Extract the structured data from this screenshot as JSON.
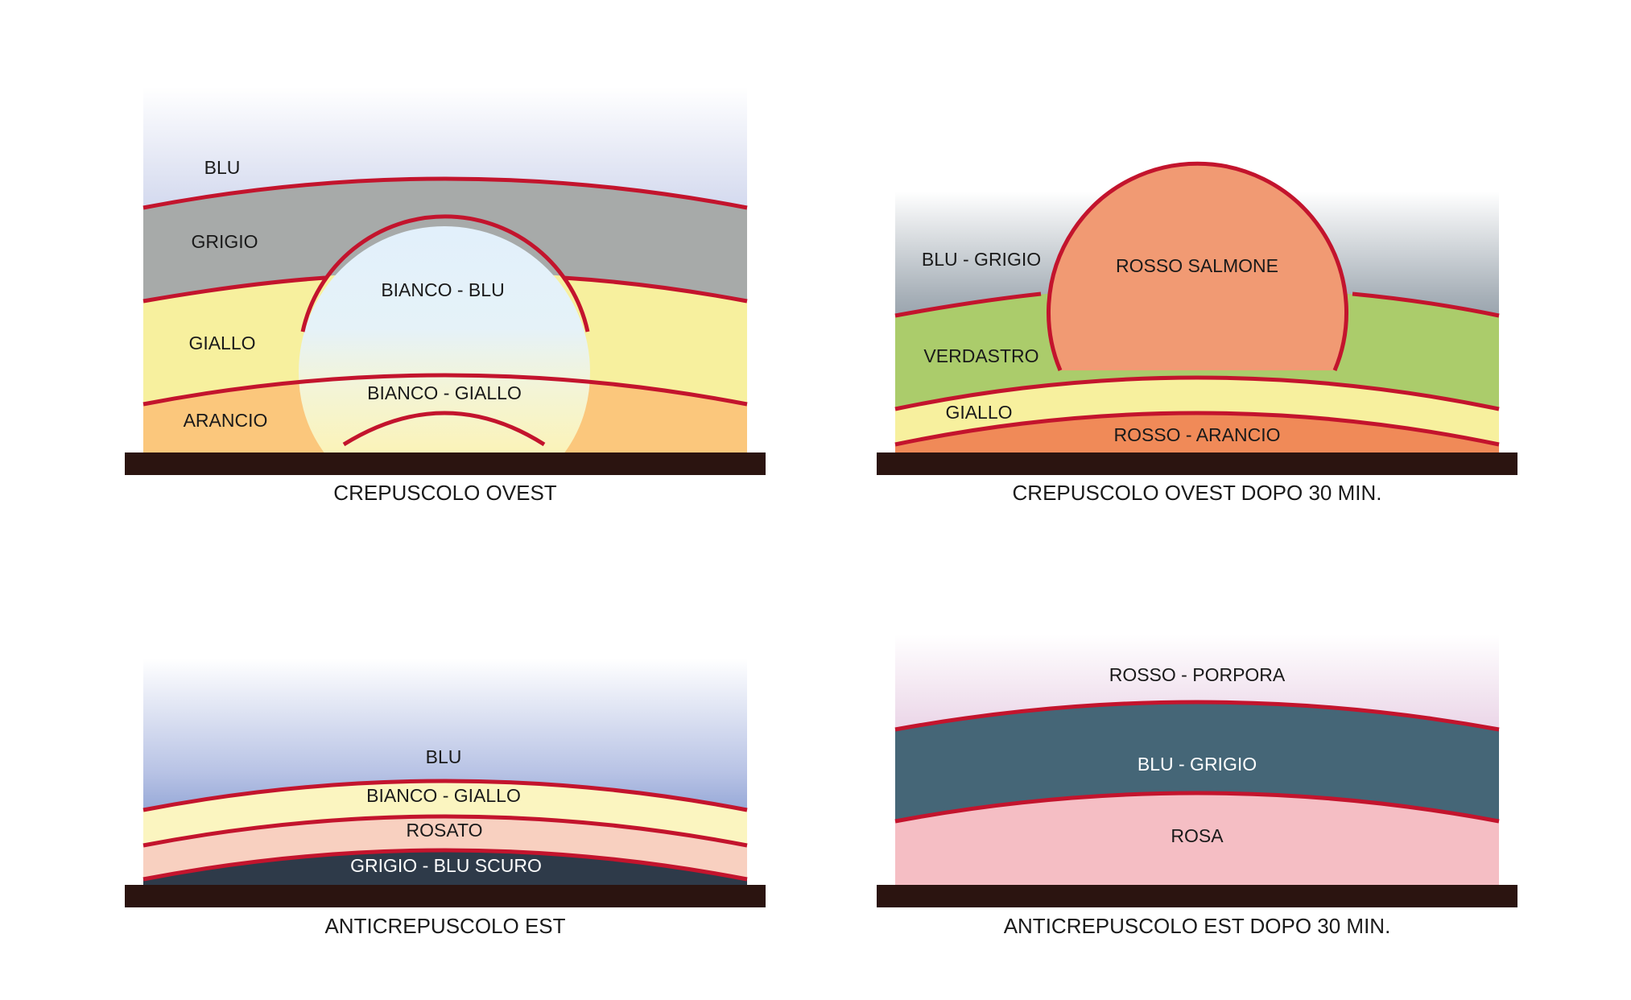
{
  "panels": {
    "west": {
      "caption": "CREPUSCOLO OVEST",
      "bands": {
        "blu": "BLU",
        "grigio": "GRIGIO",
        "giallo": "GIALLO",
        "arancio": "ARANCIO",
        "bianco_blu": "BIANCO - BLU",
        "bianco_giallo": "BIANCO - GIALLO"
      }
    },
    "west_30": {
      "caption": "CREPUSCOLO OVEST DOPO 30 MIN.",
      "bands": {
        "blu_grigio": "BLU - GRIGIO",
        "rosso_salmone": "ROSSO SALMONE",
        "verdastro": "VERDASTRO",
        "giallo": "GIALLO",
        "rosso_arancio": "ROSSO - ARANCIO"
      }
    },
    "east": {
      "caption": "ANTICREPUSCOLO EST",
      "bands": {
        "blu": "BLU",
        "bianco_giallo": "BIANCO - GIALLO",
        "rosato": "ROSATO",
        "grigio_blu_scuro": "GRIGIO - BLU SCURO"
      }
    },
    "east_30": {
      "caption": "ANTICREPUSCOLO EST DOPO 30 MIN.",
      "bands": {
        "rosso_porpora": "ROSSO - PORPORA",
        "blu_grigio": "BLU - GRIGIO",
        "rosa": "ROSA"
      }
    }
  },
  "colors": {
    "boundary": "#c3142d",
    "ground": "#2b1410",
    "blu": "#6f86c6",
    "grigio": "#a7aaa9",
    "giallo": "#f7f09e",
    "arancio": "#fbc77c",
    "bianco_blu": "#e3f1fa",
    "bianco_giallo": "#fbf5c0",
    "blu_grigio_sky": "#4b5e72",
    "rosso_salmone": "#f19a73",
    "verdastro": "#abcc6b",
    "rosso_arancio": "#f08a58",
    "rosato": "#f8d0c0",
    "grigio_blu_scuro": "#2e3a49",
    "rosso_porpora": "#c596c2",
    "blu_grigio": "#456677",
    "rosa": "#f5bec4"
  }
}
